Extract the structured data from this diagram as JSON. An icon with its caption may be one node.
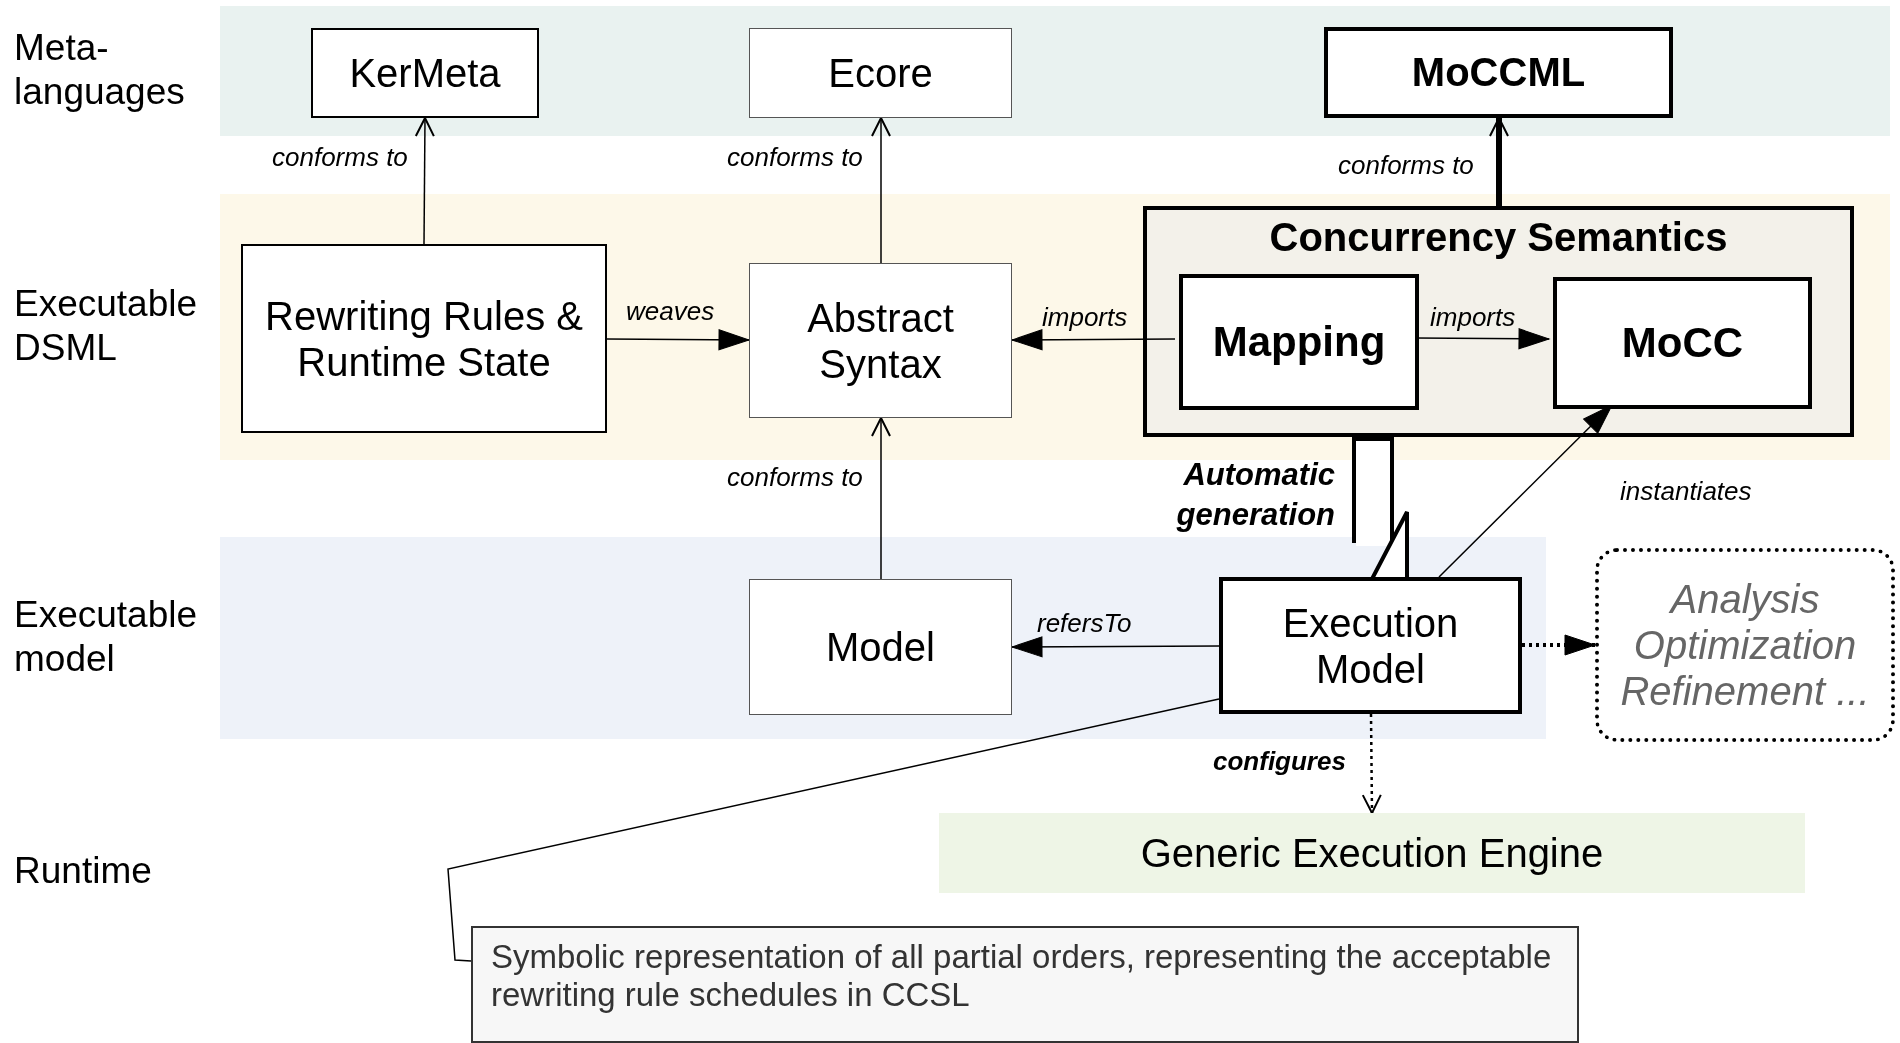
{
  "diagram": {
    "nodes": [
      {
        "text": [
          "Meta-languages"
        ]
      },
      {
        "text": [
          "KerMeta"
        ],
        "in": 0
      },
      {
        "text": [
          "Ecore"
        ],
        "in": 0
      },
      {
        "text": [
          "MoCCML"
        ],
        "in": 0
      },
      {
        "text": [
          "Executable DSML"
        ]
      },
      {
        "text": [
          "Rewriting Rules & Runtime State"
        ],
        "in": 4
      },
      {
        "text": [
          "Abstract Syntax"
        ],
        "in": 4
      },
      {
        "text": [
          "Concurrency Semantics"
        ],
        "in": 4
      },
      {
        "text": [
          "Mapping"
        ],
        "in": 7
      },
      {
        "text": [
          "MoCC"
        ],
        "in": 7
      },
      {
        "text": [
          "Executable model"
        ]
      },
      {
        "text": [
          "Model"
        ],
        "in": 10
      },
      {
        "text": [
          "Execution Model"
        ],
        "in": 10
      },
      {
        "text": [
          "Analysis Optimization Refinement ..."
        ]
      },
      {
        "text": [
          "Generic Execution Engine"
        ]
      },
      {
        "text": [
          "Symbolic representation of all partial orders, representing the acceptable rewriting rule schedules in CCSL"
        ]
      }
    ],
    "edges": [
      {
        "from": 5,
        "to": 1,
        "arrow": "to",
        "label": "conforms to"
      },
      {
        "from": 6,
        "to": 2,
        "arrow": "to",
        "label": "conforms to"
      },
      {
        "from": 7,
        "to": 3,
        "arrow": "to",
        "label": "conforms to",
        "style": "thick"
      },
      {
        "from": 5,
        "to": 6,
        "arrow": "to",
        "label": "weaves"
      },
      {
        "from": 8,
        "to": 6,
        "arrow": "to",
        "label": "imports"
      },
      {
        "from": 8,
        "to": 9,
        "arrow": "to",
        "label": "imports"
      },
      {
        "from": 11,
        "to": 6,
        "arrow": "to",
        "label": "conforms to"
      },
      {
        "from": 12,
        "to": 9,
        "arrow": "to",
        "label": "instantiates"
      },
      {
        "from": 7,
        "to": 12,
        "arrow": "to",
        "label": "Automatic generation",
        "style": "thick"
      },
      {
        "from": 12,
        "to": 11,
        "arrow": "to",
        "label": "refersTo"
      },
      {
        "from": 12,
        "to": 13,
        "arrow": "to",
        "style": "dashed"
      },
      {
        "from": 12,
        "to": 14,
        "arrow": "to",
        "label": "configures",
        "style": "dashed"
      },
      {
        "from": 12,
        "to": 15,
        "arrow": "none"
      }
    ],
    "labels": [
      "Runtime"
    ]
  }
}
